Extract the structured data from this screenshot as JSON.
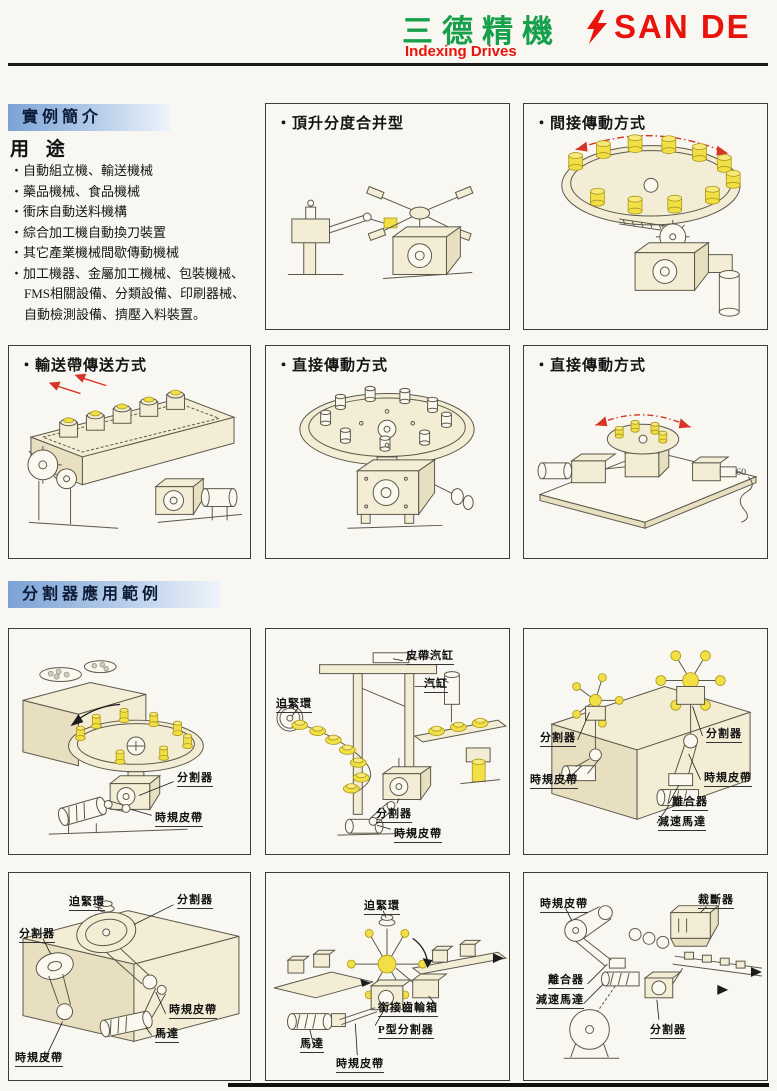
{
  "colors": {
    "brand_green": "#17a04c",
    "brand_red": "#e8140c",
    "section_blue": "#7ba3d6"
  },
  "header": {
    "brand_cn": "三德精機",
    "subtitle": "Indexing Drives",
    "logo_text": "SAN DE"
  },
  "sections": {
    "intro_title": "實例簡介",
    "examples_title": "分割器應用範例"
  },
  "intro": {
    "usage_heading": "用 途",
    "bullets": [
      "・自動組立機、輸送機械",
      "・藥品機械、食品機械",
      "・衝床自動送料機構",
      "・綜合加工機自動換刀裝置",
      "・其它產業機械間歇傳動機械",
      "・加工機器、金屬加工機械、包裝機械、"
    ],
    "continuations": [
      "FMS相關設備、分類設備、印刷器械、",
      "自動檢測設備、擠壓入料裝置。"
    ]
  },
  "panels": {
    "lift_index": {
      "title": "・頂升分度合并型"
    },
    "indirect": {
      "title": "・間接傳動方式"
    },
    "belt_convey": {
      "title": "・輸送帶傳送方式"
    },
    "direct_a": {
      "title": "・直接傳動方式"
    },
    "direct_b": {
      "title": "・直接傳動方式",
      "note": "60"
    },
    "app1": {
      "labels": {
        "divider": "分割器",
        "belt": "時規皮帶"
      }
    },
    "app2": {
      "labels": {
        "belt_cylinder": "皮帶汽缸",
        "cylinder": "汽缸",
        "ring": "迫緊環",
        "divider": "分割器",
        "belt": "時規皮帶"
      }
    },
    "app3": {
      "labels": {
        "divider_left": "分割器",
        "divider_right": "分割器",
        "belt_left": "時規皮帶",
        "belt_right": "時規皮帶",
        "clutch": "離合器",
        "gear_motor": "減速馬達"
      }
    },
    "app4": {
      "labels": {
        "ring": "迫緊環",
        "divider_top": "分割器",
        "divider_left": "分割器",
        "belt_right": "時規皮帶",
        "motor": "馬達",
        "belt_bottom": "時規皮帶"
      }
    },
    "app5": {
      "labels": {
        "ring": "迫緊環",
        "gearbox": "銜接齒輪箱",
        "p_divider": "P型分割器",
        "motor": "馬達",
        "belt": "時規皮帶"
      }
    },
    "app6": {
      "labels": {
        "belt": "時規皮帶",
        "cutter": "裁斷器",
        "clutch": "離合器",
        "gear_motor": "減速馬達",
        "divider": "分割器"
      }
    }
  }
}
